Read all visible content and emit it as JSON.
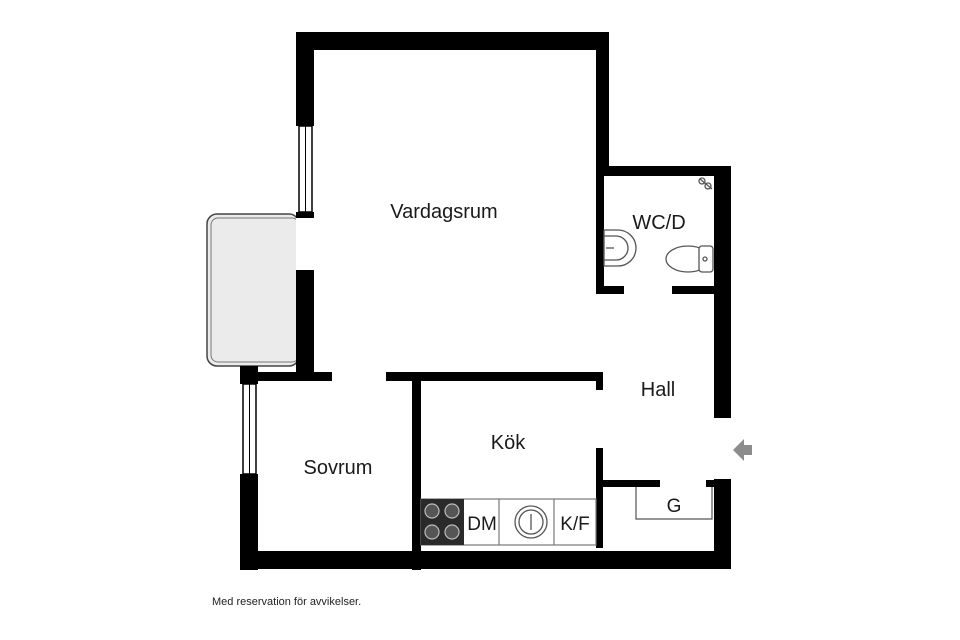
{
  "rooms": {
    "vardagsrum": "Vardagsrum",
    "wc": "WC/D",
    "hall": "Hall",
    "kok": "Kök",
    "sovrum": "Sovrum"
  },
  "fixtures": {
    "dishwasher": "DM",
    "fridge_freezer": "K/F",
    "wardrobe": "G"
  },
  "footer": {
    "disclaimer": "Med reservation för avvikelser."
  },
  "colors": {
    "wall": "#000000",
    "balcony_fill": "#ebebeb",
    "fixture_stroke": "#555555",
    "entrance_arrow": "#8c8c8c"
  }
}
